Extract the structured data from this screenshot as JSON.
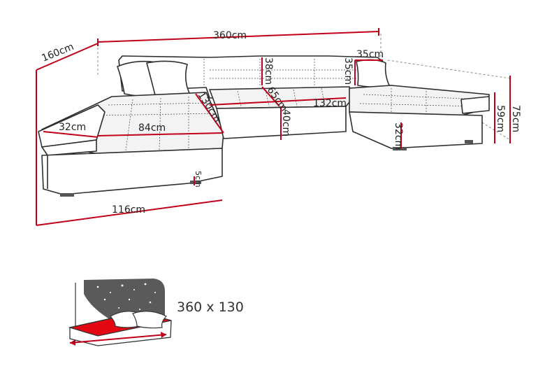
{
  "dimensions": {
    "total_width": "360cm",
    "depth": "160cm",
    "backrest_cushion_height": "38cm",
    "armrest_depth": "35cm",
    "backrest_depth": "35cm",
    "seat_depth_center": "65cm",
    "seat_height": "40cm",
    "total_height": "75cm",
    "backrest_height": "59cm",
    "chaise_width": "132cm",
    "sleeping_depth": "130cm",
    "sleeping_width": "84cm",
    "arm_width": "32cm",
    "side_base_height": "32cm",
    "leg_height": "5cm",
    "chaise_length": "116cm"
  },
  "sleep_area": {
    "label": "360 x 130"
  },
  "colors": {
    "measure_line": "#c0001a",
    "outline": "#2e2e2e",
    "sleep_fill": "#e30613",
    "night_sky": "#5a5a5a"
  }
}
